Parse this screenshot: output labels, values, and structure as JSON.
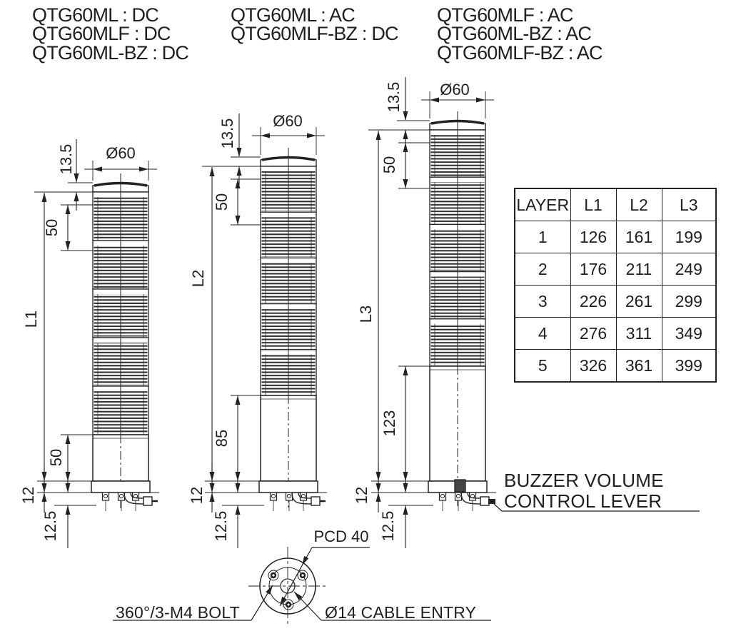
{
  "title_models": {
    "dc_column": [
      "QTG60ML : DC",
      "QTG60MLF : DC",
      "QTG60ML-BZ : DC"
    ],
    "mixed_column": [
      "QTG60ML : AC",
      "QTG60MLF-BZ : DC"
    ],
    "ac_column": [
      "QTG60MLF : AC",
      "QTG60ML-BZ : AC",
      "QTG60MLF-BZ : AC"
    ]
  },
  "dimensions": {
    "tower1": {
      "cap_height": "13.5",
      "diameter": "Ø60",
      "first_module": "50",
      "overall_height": "L1",
      "base_section": "50",
      "base_plate": "12",
      "mounting_bolt": "12.5"
    },
    "tower2": {
      "cap_height": "13.5",
      "diameter": "Ø60",
      "first_module": "50",
      "overall_height": "L2",
      "base_section": "85",
      "base_plate": "12",
      "mounting_bolt": "12.5"
    },
    "tower3": {
      "cap_height": "13.5",
      "diameter": "Ø60",
      "first_module": "50",
      "overall_height": "L3",
      "base_section": "123",
      "base_plate": "12",
      "mounting_bolt": "12.5"
    }
  },
  "spec_table": {
    "headers": [
      "LAYER",
      "L1",
      "L2",
      "L3"
    ],
    "rows": [
      [
        "1",
        "126",
        "161",
        "199"
      ],
      [
        "2",
        "176",
        "211",
        "249"
      ],
      [
        "3",
        "226",
        "261",
        "299"
      ],
      [
        "4",
        "276",
        "311",
        "349"
      ],
      [
        "5",
        "326",
        "361",
        "399"
      ]
    ]
  },
  "annotations": {
    "pcd": "PCD 40",
    "bolt": "360°/3-M4 BOLT",
    "cable_entry": "Ø14 CABLE ENTRY",
    "buzzer_line1": "BUZZER VOLUME",
    "buzzer_line2": "CONTROL LEVER"
  },
  "colors": {
    "line": "#222222",
    "background": "#ffffff"
  }
}
